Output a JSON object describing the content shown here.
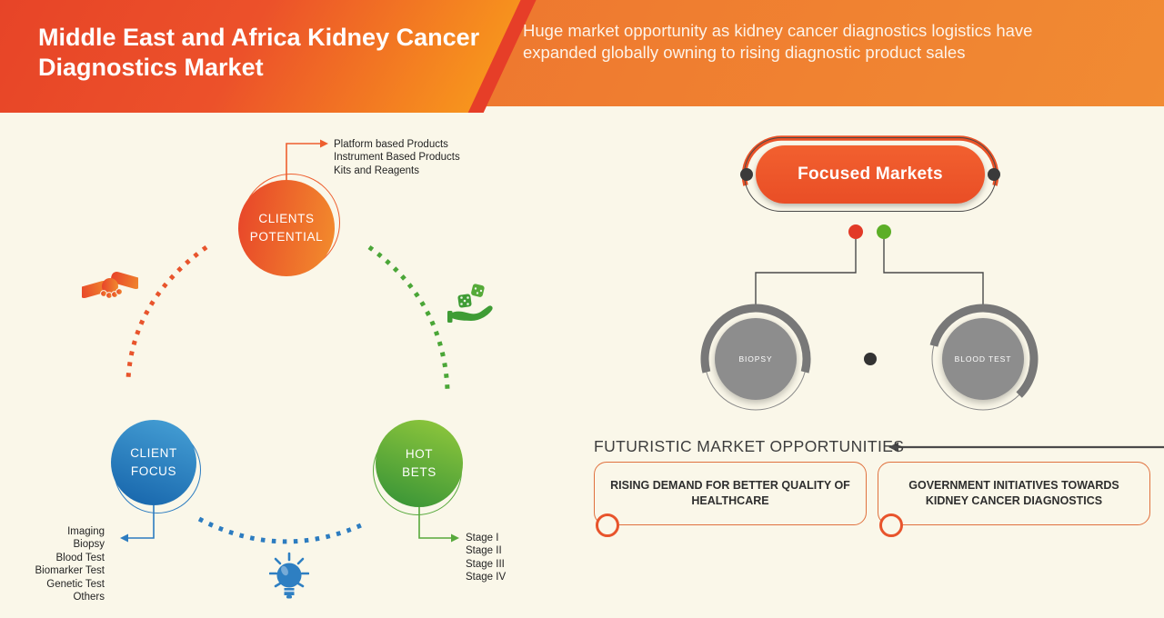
{
  "header": {
    "title": "Middle East and Africa Kidney Cancer Diagnostics Market",
    "subtitle": "Huge market opportunity as kidney cancer diagnostics logistics have expanded globally owning to rising diagnostic product sales"
  },
  "left_diagram": {
    "clients_potential": {
      "lines": [
        "CLIENTS",
        "POTENTIAL"
      ],
      "items": [
        "Platform based Products",
        "Instrument Based Products",
        "Kits and Reagents"
      ]
    },
    "client_focus": {
      "lines": [
        "CLIENT",
        "FOCUS"
      ],
      "items": [
        "Imaging",
        "Biopsy",
        "Blood Test",
        "Biomarker Test",
        "Genetic Test",
        "Others"
      ]
    },
    "hot_bets": {
      "lines": [
        "HOT",
        "BETS"
      ],
      "items": [
        "Stage I",
        "Stage II",
        "Stage III",
        "Stage IV"
      ]
    }
  },
  "right_diagram": {
    "focused_markets_label": "Focused Markets",
    "nodes": [
      "BIOPSY",
      "BLOOD TEST"
    ]
  },
  "opportunities": {
    "heading": "FUTURISTIC MARKET OPPORTUNITIES",
    "boxes": [
      "RISING DEMAND FOR BETTER QUALITY OF HEALTHCARE",
      "GOVERNMENT INITIATIVES TOWARDS KIDNEY CANCER DIAGNOSTICS"
    ]
  },
  "icons": [
    "handshake-icon",
    "dice-hand-icon",
    "lightbulb-icon"
  ],
  "colors": {
    "header_red": "#e64227",
    "header_orange": "#ef7d30",
    "accent_orange": "#ee5a2c",
    "accent_blue": "#2c7cc0",
    "accent_green": "#4aa637",
    "node_gray": "#8d8d8d",
    "dot_red": "#e23a27",
    "dot_green": "#5cae27",
    "background_cream": "#faf7e9"
  }
}
